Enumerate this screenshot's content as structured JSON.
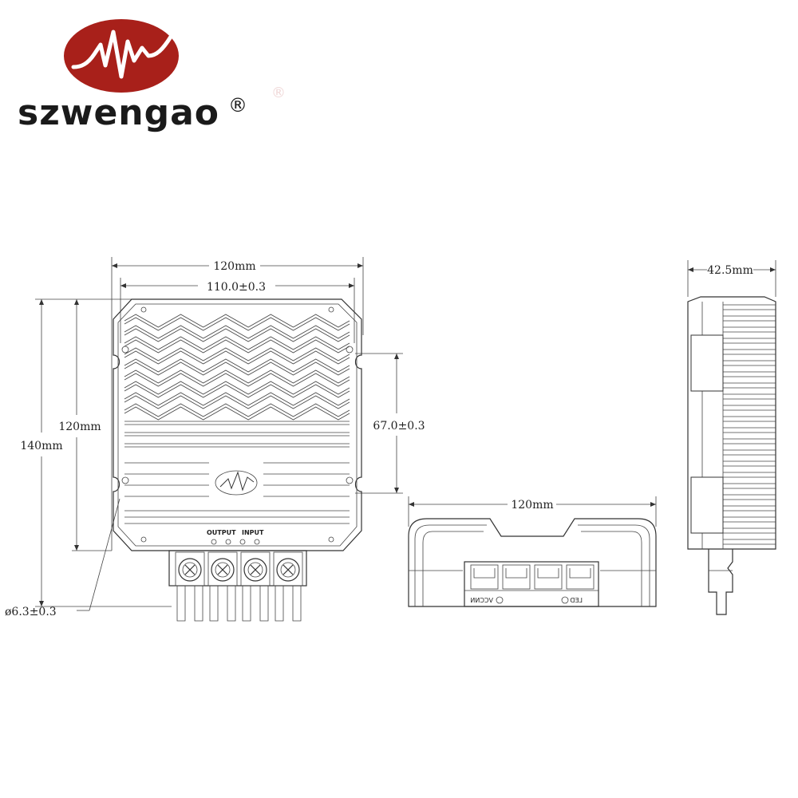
{
  "brand": {
    "name": "szwengao",
    "registered_mark": "®",
    "logo_color": "#a8201a"
  },
  "dimensions": {
    "front_width": "120mm",
    "hole_spacing_x": "110.0±0.3",
    "front_height_total": "140mm",
    "front_height_body": "120mm",
    "hole_spacing_y": "67.0±0.3",
    "hole_diameter": "ø6.3±0.3",
    "bottom_width": "120mm",
    "side_depth": "42.5mm"
  },
  "terminal_labels": {
    "output": "OUTPUT",
    "input": "INPUT"
  },
  "bottom_labels": {
    "vccnn": "VCCNN",
    "led": "LED"
  }
}
